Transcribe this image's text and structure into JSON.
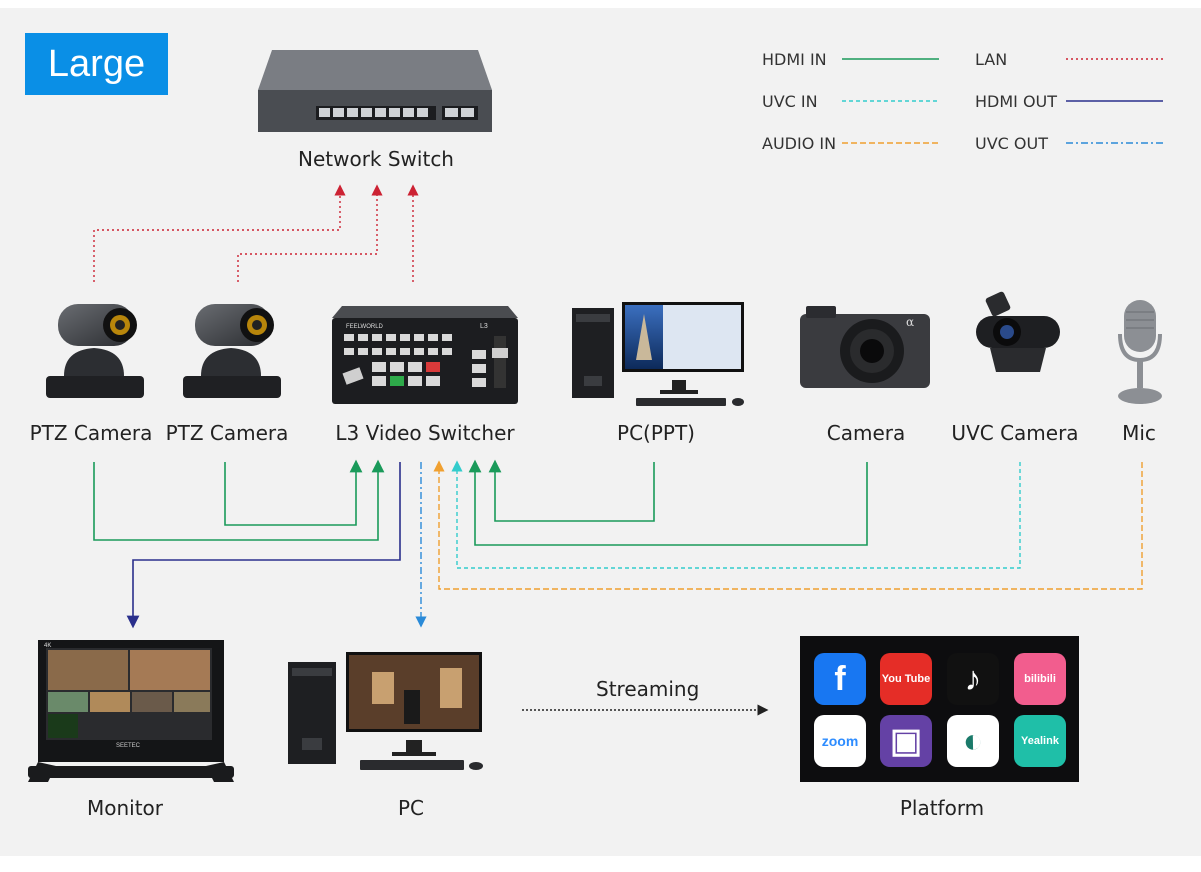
{
  "badge": "Large",
  "legend": {
    "hdmi_in": "HDMI IN",
    "uvc_in": "UVC IN",
    "audio_in": "AUDIO IN",
    "lan": "LAN",
    "hdmi_out": "HDMI OUT",
    "uvc_out": "UVC OUT"
  },
  "colors": {
    "hdmi_in": "#1a9a5a",
    "uvc_in": "#33cccc",
    "audio_in": "#f0a030",
    "lan": "#cc2233",
    "hdmi_out": "#2a2f8c",
    "uvc_out": "#2a8ad8",
    "badge": "#0a8fe6"
  },
  "devices": {
    "network_switch": "Network Switch",
    "ptz_camera_1": "PTZ Camera",
    "ptz_camera_2": "PTZ Camera",
    "video_switcher": "L3 Video Switcher",
    "pc_ppt": "PC(PPT)",
    "camera": "Camera",
    "uvc_camera": "UVC Camera",
    "mic": "Mic",
    "monitor": "Monitor",
    "pc": "PC",
    "platform": "Platform"
  },
  "device_marks": {
    "switcher_brand": "FEELWORLD",
    "switcher_model": "L3",
    "monitor_brand": "SEETEC",
    "monitor_badge": "4K",
    "camera_mark": "α"
  },
  "streaming": "Streaming",
  "platforms": [
    {
      "name": "facebook-icon",
      "glyph": "f",
      "color": "#1877f2"
    },
    {
      "name": "youtube-icon",
      "glyph": "You Tube",
      "color": "#e52d27"
    },
    {
      "name": "tiktok-icon",
      "glyph": "♪",
      "color": "#111111"
    },
    {
      "name": "bilibili-icon",
      "glyph": "bilibili",
      "color": "#f25d8e"
    },
    {
      "name": "zoom-icon",
      "glyph": "zoom",
      "color": "#ffffff"
    },
    {
      "name": "twitch-icon",
      "glyph": "▣",
      "color": "#6441a5"
    },
    {
      "name": "teams-like-icon",
      "glyph": "◐",
      "color": "#ffffff"
    },
    {
      "name": "yealink-icon",
      "glyph": "Yealink",
      "color": "#1fbfa8"
    }
  ]
}
